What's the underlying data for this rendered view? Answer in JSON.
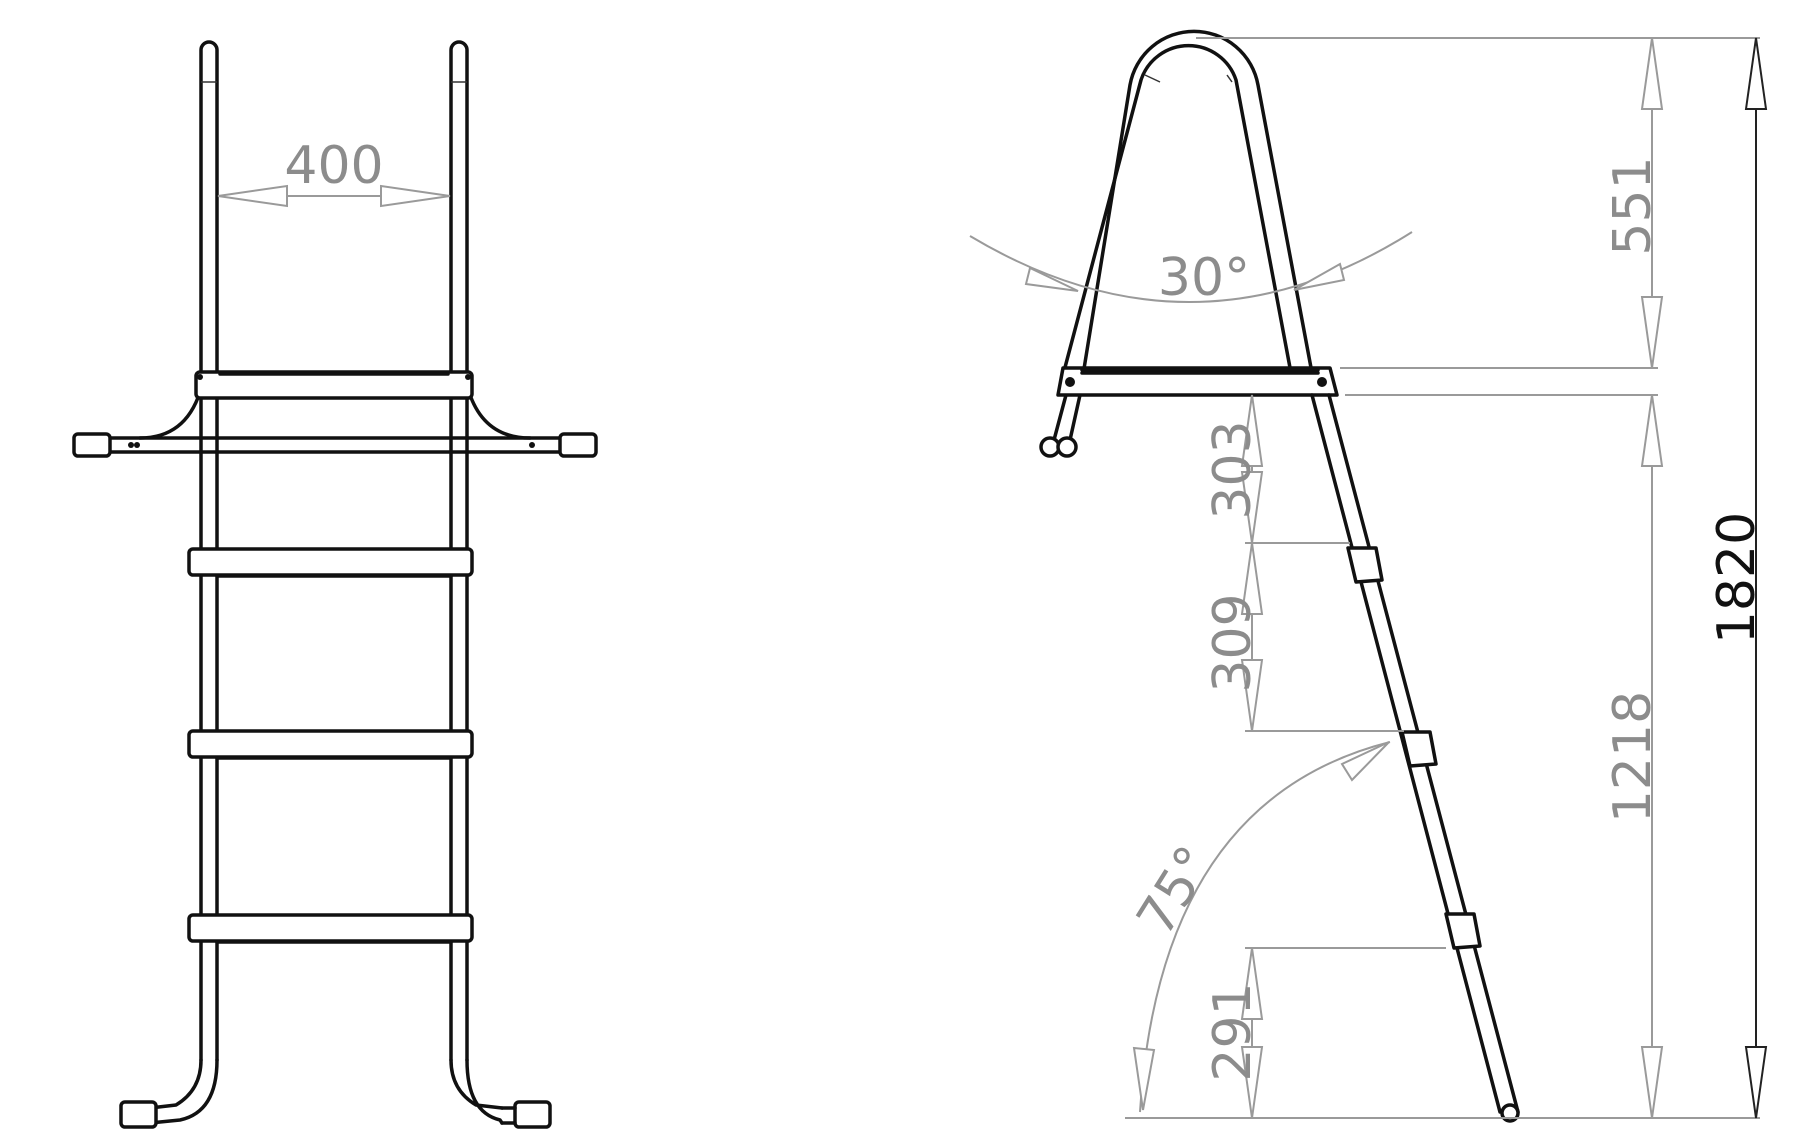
{
  "front_view": {
    "dim_width": "400"
  },
  "side_view": {
    "dim_angle_top": "30°",
    "dim_angle_bottom": "75°",
    "dim_step_1": "303",
    "dim_step_2": "309",
    "dim_step_bottom": "291",
    "dim_top_section": "551",
    "dim_lower_section": "1218",
    "dim_total_height": "1820"
  }
}
